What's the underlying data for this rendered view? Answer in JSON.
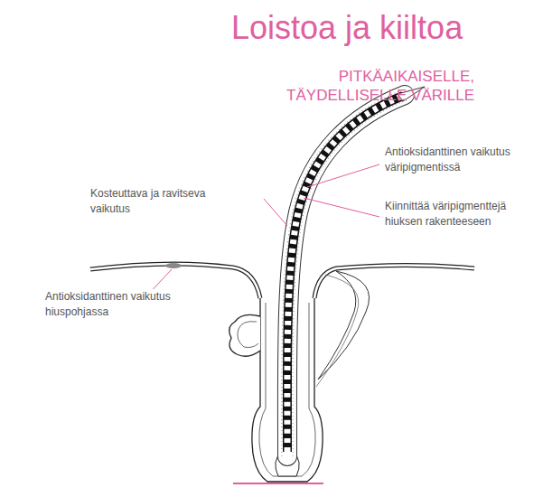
{
  "diagram": {
    "title": "Loistoa ja kiiltoa",
    "labels": [
      "PITKÄAIKAISELLE, TÄYDELLISELLE VÄRILLE",
      "Antioksidanttinen vaikutus väripigmentissä",
      "Kosteuttava ja ravitseva vaikutus",
      "Kiinnittää väripigmenttejä hiuksen rakenteeseen",
      "Antioksidanttinen vaikutus hiuspohjassa"
    ]
  }
}
